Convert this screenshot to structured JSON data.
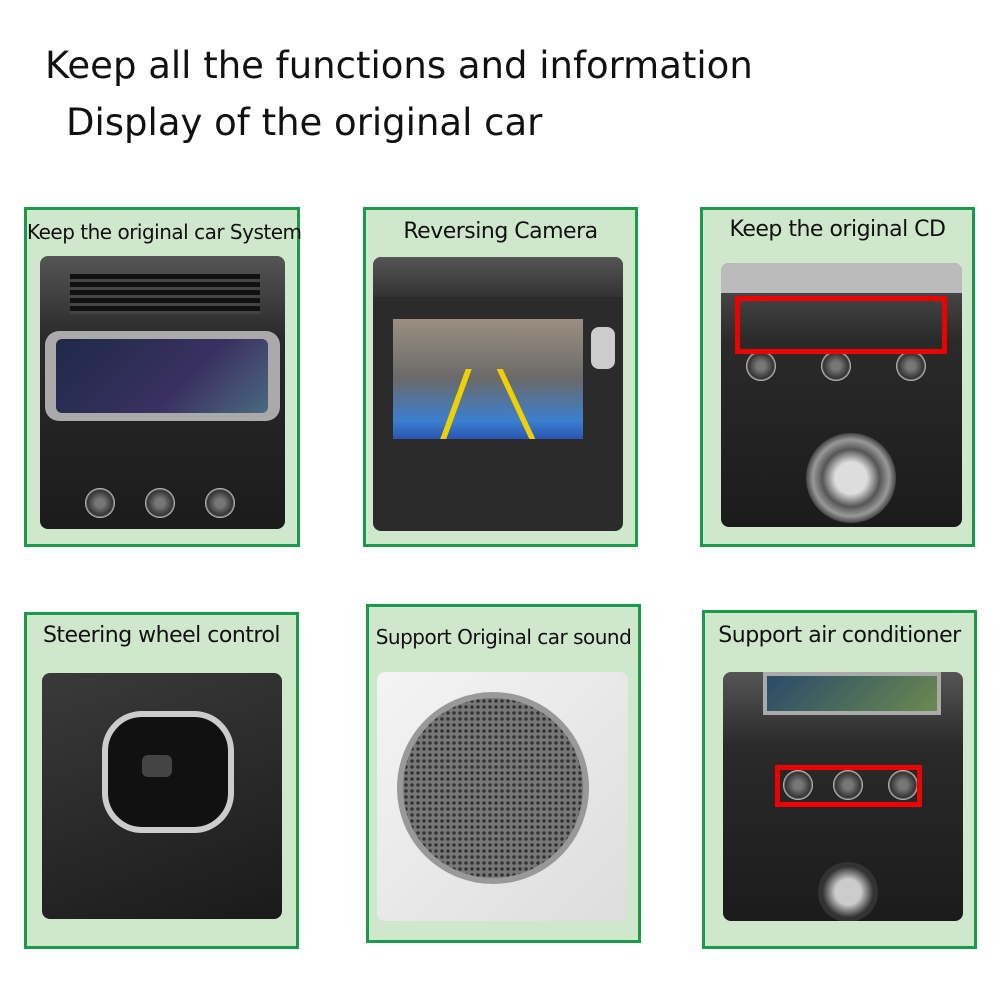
{
  "heading": {
    "line1": "Keep all the functions and information",
    "line2": "Display of the original car"
  },
  "panels": [
    {
      "title": "Keep the original car System",
      "image": "car-infotainment-screen-photo"
    },
    {
      "title": "Reversing Camera",
      "image": "reversing-camera-view-photo"
    },
    {
      "title": "Keep the original CD",
      "image": "cd-panel-photo",
      "highlight": "#e00000"
    },
    {
      "title": "Steering wheel control",
      "image": "steering-wheel-buttons-photo"
    },
    {
      "title": "Support Original car sound",
      "image": "door-speaker-photo"
    },
    {
      "title": "Support air conditioner",
      "image": "climate-control-photo",
      "highlight": "#e00000"
    }
  ],
  "colors": {
    "panel_border": "#1a9a4a",
    "panel_bg": "#cfe8cc"
  }
}
